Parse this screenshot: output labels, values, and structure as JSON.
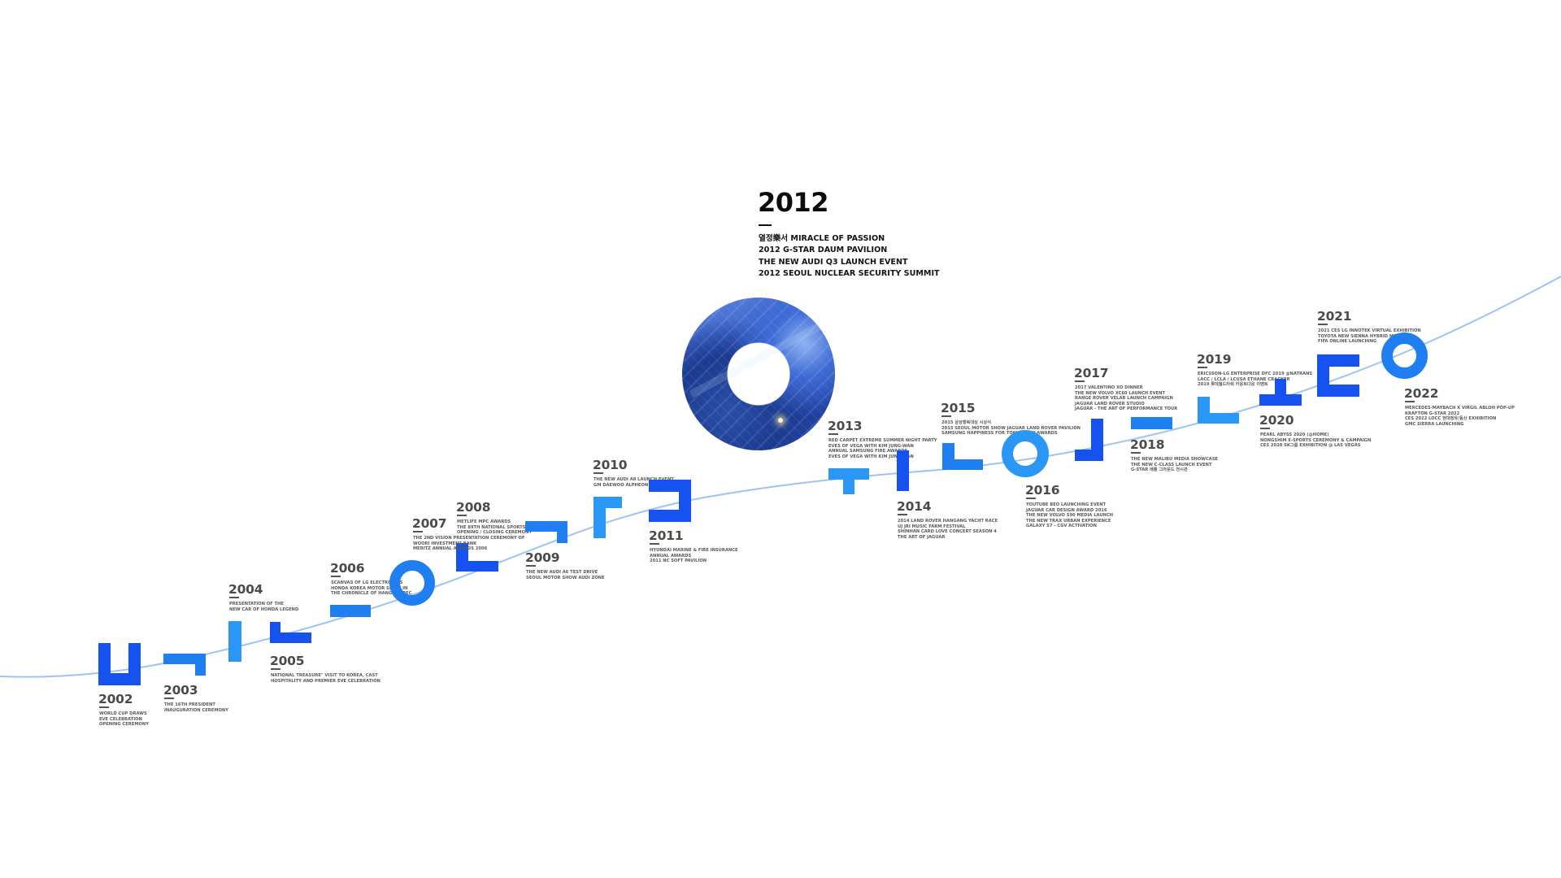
{
  "colors": {
    "curve": "#9ec3f2",
    "deep_blue": "#1652f0",
    "mid_blue": "#1f7ff0",
    "sky_blue": "#2a96f5",
    "year_text": "#4a4a4a"
  },
  "featured": {
    "year": "2012",
    "items": [
      "열정樂서 MIRACLE OF PASSION",
      "2012 G-STAR DAUM PAVILION",
      "THE NEW AUDI Q3 LAUNCH EVENT",
      "2012 SEOUL NUCLEAR SECURITY SUMMIT"
    ]
  },
  "entries": [
    {
      "year": "2002",
      "items": [
        "WORLD CUP DRAWS",
        "EVE CELEBRATION",
        "OPENING CEREMONY"
      ]
    },
    {
      "year": "2003",
      "items": [
        "THE 16TH PRESIDENT",
        "INAUGURATION CEREMONY"
      ]
    },
    {
      "year": "2004",
      "items": [
        "PRESENTATION OF THE",
        "NEW CAR OF HONDA LEGEND"
      ]
    },
    {
      "year": "2005",
      "items": [
        "NATIONAL TREASURE\" VISIT TO KOREA, CAST",
        "HOSPITALITY AND PREMIER EVE CELEBRATION"
      ]
    },
    {
      "year": "2006",
      "items": [
        "SCANVAS OF LG ELECTRONICS",
        "HONDA KOREA MOTOR SHOW IN",
        "THE CHRONICLE OF HANGUL SPEC"
      ]
    },
    {
      "year": "2007",
      "items": [
        "THE 2ND VISION PRESENTATION CEREMONY OF",
        "WOORI INVESTMENT BANK",
        "MERITZ ANNUAL AWARDS 2006"
      ]
    },
    {
      "year": "2008",
      "items": [
        "METLIFE MPC AWARDS",
        "THE 89TH NATIONAL SPORTS FESTIVAL",
        "OPENING / CLOSING CEREMONY"
      ]
    },
    {
      "year": "2009",
      "items": [
        "THE NEW AUDI A6 TEST DRIVE",
        "SEOUL MOTOR SHOW AUDI ZONE"
      ]
    },
    {
      "year": "2010",
      "items": [
        "THE NEW AUDI A8 LAUNCH EVENT",
        "GM DAEWOO ALPHEON LAUNCH"
      ]
    },
    {
      "year": "2011",
      "items": [
        "HYUNDAI MARINE & FIRE INSURANCE",
        "ANNUAL AWARDS",
        "2011 NC SOFT PAVILION"
      ]
    },
    {
      "year": "2013",
      "items": [
        "RED CARPET EXTREME SUMMER NIGHT PARTY",
        "EVES OF VEGA WITH KIM JUNG-WAN",
        "ANNUAL SAMSUNG FIRE AWARDS",
        "EVES OF VEGA WITH KIM JUNG-WAN"
      ]
    },
    {
      "year": "2014",
      "items": [
        "2014 LAND ROVER HANGANG YACHT RACE",
        "UJ JRI MUSIC FARM FESTIVAL",
        "SHINHAN CARD LOVE CONCERT SEASON 4",
        "THE ART OF JAGUAR"
      ]
    },
    {
      "year": "2015",
      "items": [
        "2015 삼성행복대상 시상식",
        "2015 SEOUL MOTOR SHOW JAGUAR LAND ROVER PAVILION",
        "SAMSUNG HAPPINESS FOR TOMORROW AWARDS"
      ]
    },
    {
      "year": "2016",
      "items": [
        "YOUTUBE BEO LAUNCHING EVENT",
        "JAGUAR CAR DESIGN AWARD 2016",
        "THE NEW VOLVO S90 MEDIA LAUNCH",
        "THE NEW TRAX URBAN EXPERIENCE",
        "GALAXY S7 - CGV ACTIVATION"
      ]
    },
    {
      "year": "2017",
      "items": [
        "2017 VALENTINO XO DINNER",
        "THE NEW VOLVO XC60 LAUNCH EVENT",
        "RANGE ROVER VELAR LAUNCH CAMPAIGN",
        "JAGUAR LAND ROVER STUDIO",
        "JAGUAR - THE ART OF PERFORMANCE TOUR"
      ]
    },
    {
      "year": "2018",
      "items": [
        "THE NEW MALIBU MEDIA SHOWCASE",
        "THE NEW C-CLASS LAUNCH EVENT",
        "G-STAR 배틀 그라운드 전시관"
      ]
    },
    {
      "year": "2019",
      "items": [
        "ERICSSON-LG ENTERPRISE DFC 2019 @NATRANS",
        "LACC / LCLA / LCUSA ETHANE CRACKER",
        "2019 롯데월드타워 카운트다운 이벤트"
      ]
    },
    {
      "year": "2020",
      "items": [
        "PEARL ABYSS 2020 (@HOME)",
        "NONGSHIM E-SPORTS CEREMONY & CAMPAIGN",
        "CES 2020 SK그룹 EXHIBITION @ LAS VEGAS"
      ]
    },
    {
      "year": "2021",
      "items": [
        "2021 CES LG INNOTEK VIRTUAL EXHIBITION",
        "TOYOTA NEW SIENNA HYBRID MEDIA",
        "FIFA ONLINE LAUNCHING"
      ]
    },
    {
      "year": "2022",
      "items": [
        "MERCEDES-MAYBACH X VIRGIL ABLOH POP-UP",
        "KRAFTON G-STAR 2022",
        "CES 2022 LOCC 현대정유/동산 EXHIBITION",
        "GMC SIERRA LAUNCHING"
      ]
    }
  ]
}
